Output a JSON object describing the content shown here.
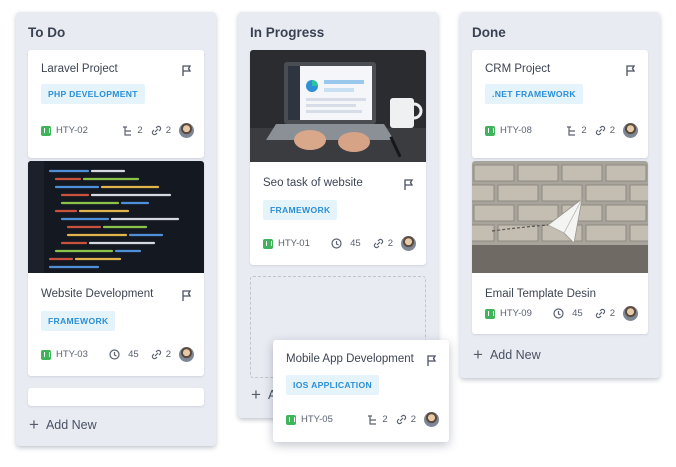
{
  "columns": [
    {
      "title": "To Do",
      "add_new": "Add New",
      "cards": [
        {
          "title": "Laravel Project",
          "tag": "PHP DEVELOPMENT",
          "key": "HTY-02",
          "subtasks": "2",
          "links": "2"
        },
        {
          "title": "Website Development",
          "tag": "FRAMEWORK",
          "key": "HTY-03",
          "time": "45",
          "links": "2"
        }
      ]
    },
    {
      "title": "In Progress",
      "add_new": "A",
      "cards": [
        {
          "title": "Seo task of website",
          "tag": "FRAMEWORK",
          "key": "HTY-01",
          "time": "45",
          "links": "2"
        }
      ]
    },
    {
      "title": "Done",
      "add_new": "Add New",
      "cards": [
        {
          "title": "CRM Project",
          "tag": ".NET FRAMEWORK",
          "key": "HTY-08",
          "subtasks": "2",
          "links": "2"
        },
        {
          "title": "Email Template Desin",
          "key": "HTY-09",
          "time": "45",
          "links": "2"
        }
      ]
    }
  ],
  "dragging_card": {
    "title": "Mobile  App Development",
    "tag": "IOS APPLICATION",
    "key": "HTY-05",
    "subtasks": "2",
    "links": "2"
  },
  "icons": {
    "flag": "flag-icon",
    "issue_key": "bookmark-icon",
    "subtasks": "subtask-icon",
    "time": "clock-icon",
    "links": "link-icon",
    "add": "plus-icon"
  },
  "colors": {
    "tag_bg": "#e5f3fb",
    "tag_text": "#2b8fd6",
    "key_icon": "#3fb45b",
    "column_bg": "#e9ebf2"
  }
}
